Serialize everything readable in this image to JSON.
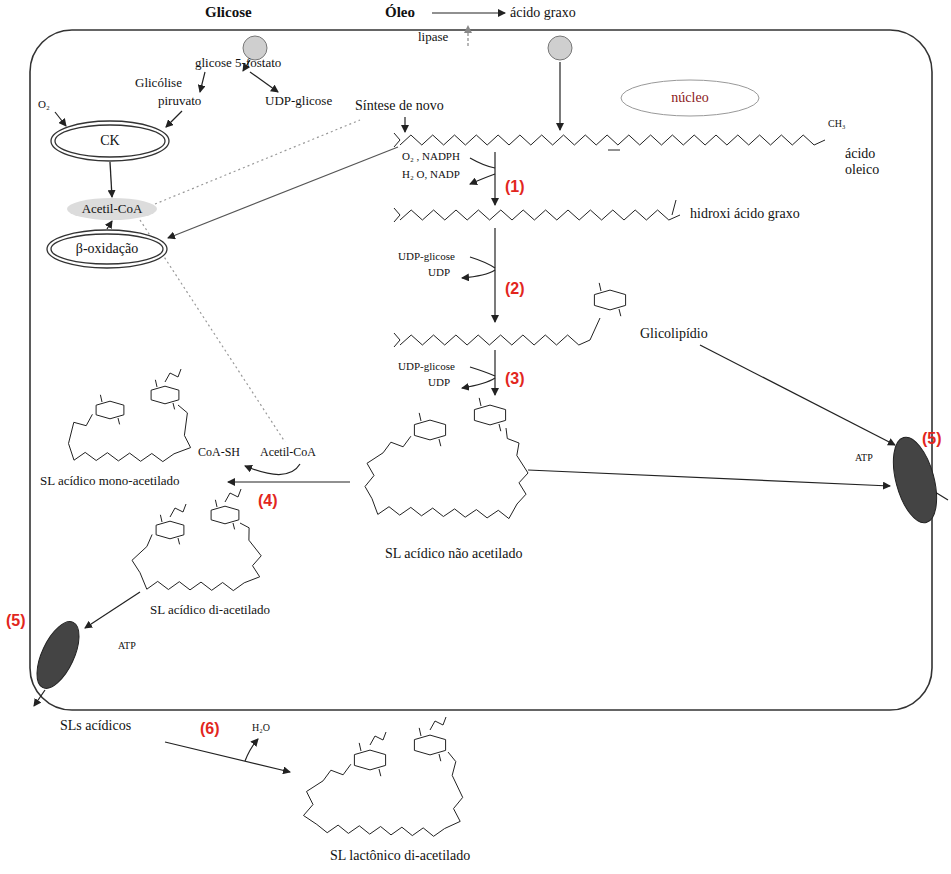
{
  "diagram": {
    "nodes": [
      {
        "text": [
          "CK"
        ]
      },
      {
        "text": [
          "Acetil-CoA"
        ]
      },
      {
        "text": [
          "β-oxidação"
        ]
      },
      {
        "text": [
          "núcleo"
        ]
      }
    ],
    "edges": [
      {
        "from": 0,
        "to": 1,
        "arrow": "to"
      },
      {
        "from": 2,
        "to": 1,
        "arrow": "to"
      }
    ],
    "labels": [
      "Glicose",
      "Óleo",
      "ácido graxo",
      "lipase",
      "glicose 5-fostato",
      "Glicólise",
      "piruvato",
      "UDP-glicose",
      "Síntese de novo",
      "O₂",
      "CH₃",
      "ácido oleico",
      "O₂ , NADPH",
      "H₂ O, NADP",
      "(1)",
      "hidroxi ácido graxo",
      "UDP-glicose",
      "UDP",
      "(2)",
      "Glicolipídio",
      "UDP-glicose",
      "UDP",
      "(3)",
      "CoA-SH",
      "Acetil-CoA",
      "SL acídico mono-acetilado",
      "(4)",
      "SL acídico não acetilado",
      "SL acídico di-acetilado",
      "ATP",
      "(5)",
      "ATP",
      "(5)",
      "SLs acídicos",
      "(6)",
      "H₂O",
      "SL lactônico di-acetilado"
    ]
  }
}
